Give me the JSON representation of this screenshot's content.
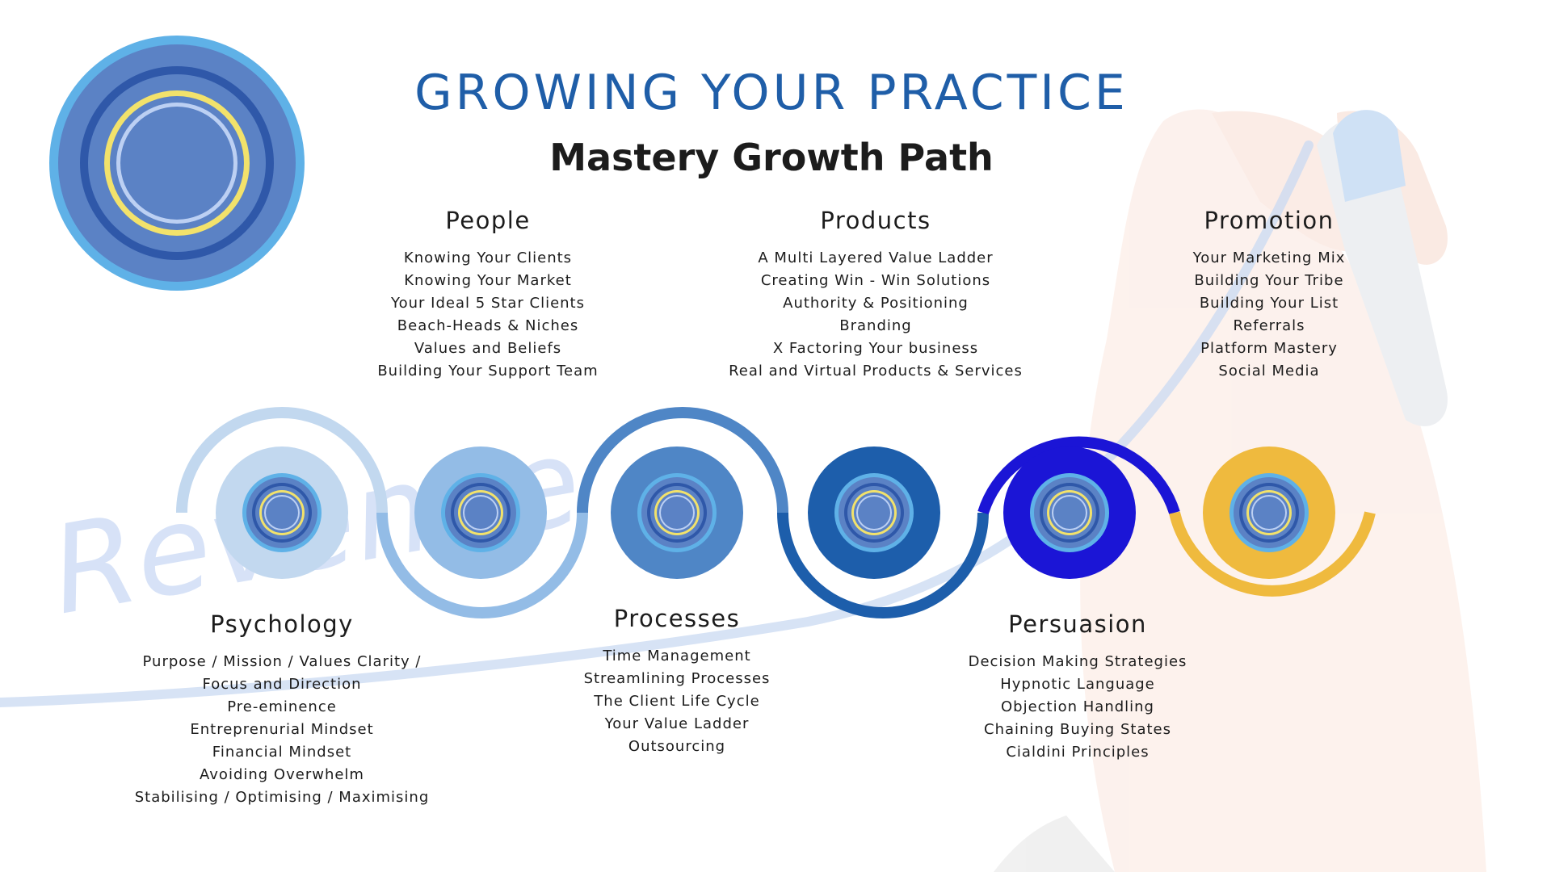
{
  "title": "GROWING YOUR PRACTICE",
  "subtitle": "Mastery Growth Path",
  "background_word": "Revenue",
  "colors": {
    "title": "#1f5ea8",
    "step1": "#c2d8ef",
    "step2": "#93bce6",
    "step3": "#4f86c6",
    "step4": "#1d5eab",
    "step5": "#1b15d6",
    "step6": "#efba3e"
  },
  "icons": {
    "logo": "concentric-target-icon",
    "step": "concentric-target-icon"
  },
  "groups": {
    "people": {
      "title": "People",
      "items": [
        "Knowing Your Clients",
        "Knowing Your Market",
        "Your Ideal 5 Star Clients",
        "Beach-Heads & Niches",
        "Values and Beliefs",
        "Building Your Support Team"
      ]
    },
    "products": {
      "title": "Products",
      "items": [
        "A Multi Layered Value Ladder",
        "Creating Win - Win Solutions",
        "Authority & Positioning",
        "Branding",
        "X Factoring Your business",
        "Real and Virtual Products & Services"
      ]
    },
    "promotion": {
      "title": "Promotion",
      "items": [
        "Your Marketing Mix",
        "Building Your Tribe",
        "Building Your List",
        "Referrals",
        "Platform Mastery",
        "Social Media"
      ]
    },
    "psychology": {
      "title": "Psychology",
      "items": [
        "Purpose / Mission / Values Clarity /",
        "Focus and Direction",
        "Pre-eminence",
        "Entreprenurial Mindset",
        "Financial Mindset",
        "Avoiding Overwhelm",
        "Stabilising / Optimising / Maximising"
      ]
    },
    "processes": {
      "title": "Processes",
      "items": [
        "Time Management",
        "Streamlining Processes",
        "The Client Life Cycle",
        "Your Value Ladder",
        "Outsourcing"
      ]
    },
    "persuasion": {
      "title": "Persuasion",
      "items": [
        "Decision Making Strategies",
        "Hypnotic Language",
        "Objection Handling",
        "Chaining Buying States",
        "Cialdini Principles"
      ]
    }
  }
}
